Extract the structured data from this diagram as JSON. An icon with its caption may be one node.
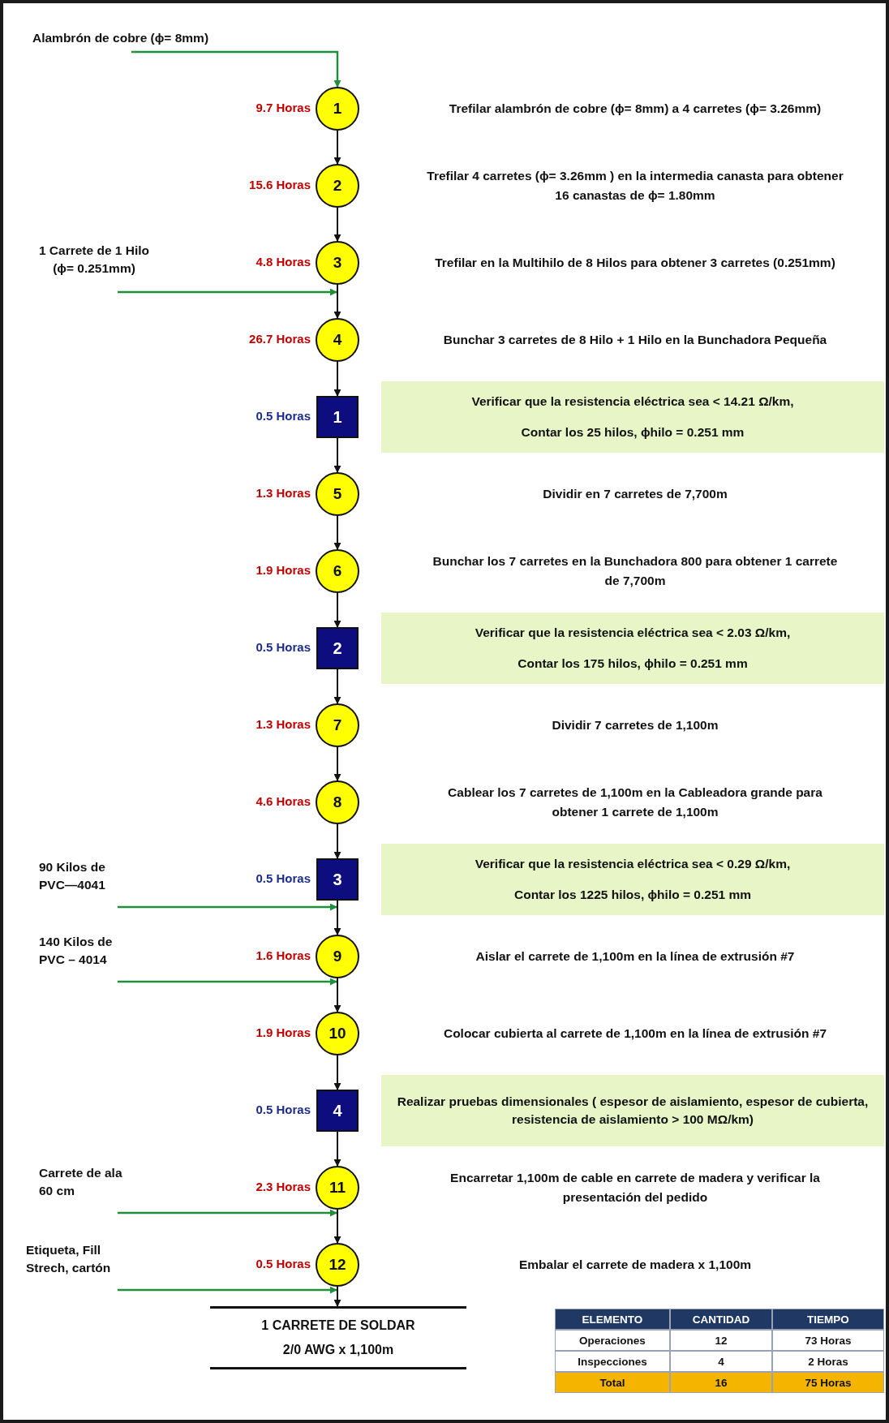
{
  "diagram": {
    "nodes": [
      {
        "text": [
          "Alambrón de cobre (ϕ= 8mm)"
        ]
      },
      {
        "text": [
          "1"
        ],
        "beside": [
          "9.7 Horas"
        ]
      },
      {
        "text": [
          "2"
        ],
        "beside": [
          "15.6 Horas"
        ]
      },
      {
        "text": [
          "1 Carrete de 1 Hilo (ϕ= 0.251mm)"
        ]
      },
      {
        "text": [
          "3"
        ],
        "beside": [
          "4.8 Horas"
        ]
      },
      {
        "text": [
          "4"
        ],
        "beside": [
          "26.7 Horas"
        ]
      },
      {
        "text": [
          "1"
        ],
        "beside": [
          "0.5 Horas"
        ]
      },
      {
        "text": [
          "Verificar que la resistencia eléctrica sea < 14.21 Ω/km,",
          "Contar los 25 hilos, ϕhilo = 0.251 mm"
        ]
      },
      {
        "text": [
          "5"
        ],
        "beside": [
          "1.3 Horas"
        ]
      },
      {
        "text": [
          "6"
        ],
        "beside": [
          "1.9 Horas"
        ]
      },
      {
        "text": [
          "2"
        ],
        "beside": [
          "0.5 Horas"
        ]
      },
      {
        "text": [
          "Verificar que la resistencia eléctrica sea < 2.03 Ω/km,",
          "Contar los 175 hilos, ϕhilo = 0.251 mm"
        ]
      },
      {
        "text": [
          "7"
        ],
        "beside": [
          "1.3 Horas"
        ]
      },
      {
        "text": [
          "8"
        ],
        "beside": [
          "4.6 Horas"
        ]
      },
      {
        "text": [
          "90 Kilos de PVC—4041"
        ]
      },
      {
        "text": [
          "3"
        ],
        "beside": [
          "0.5 Horas"
        ]
      },
      {
        "text": [
          "Verificar que la resistencia eléctrica sea < 0.29 Ω/km,",
          "Contar los 1225 hilos, ϕhilo = 0.251 mm"
        ]
      },
      {
        "text": [
          "140 Kilos de PVC – 4014"
        ]
      },
      {
        "text": [
          "9"
        ],
        "beside": [
          "1.6 Horas"
        ]
      },
      {
        "text": [
          "10"
        ],
        "beside": [
          "1.9 Horas"
        ]
      },
      {
        "text": [
          "4"
        ],
        "beside": [
          "0.5 Horas"
        ]
      },
      {
        "text": [
          "Realizar pruebas dimensionales ( espesor de aislamiento, espesor de cubierta, resistencia de aislamiento > 100 MΩ/km)"
        ]
      },
      {
        "text": [
          "Carrete de ala 60 cm"
        ]
      },
      {
        "text": [
          "11"
        ],
        "beside": [
          "2.3 Horas"
        ]
      },
      {
        "text": [
          "Etiqueta, Fill Strech, cartón"
        ]
      },
      {
        "text": [
          "12"
        ],
        "beside": [
          "0.5 Horas"
        ]
      },
      {
        "text": [
          "1 CARRETE DE SOLDAR",
          "2/0 AWG x 1,100m"
        ]
      }
    ],
    "edges": [
      {
        "from": 0,
        "to": 1,
        "arrow": "to",
        "color": "#1f8f3a"
      },
      {
        "from": 1,
        "to": 2,
        "arrow": "to"
      },
      {
        "from": 2,
        "to": 4,
        "arrow": "to"
      },
      {
        "from": 3,
        "to": 4,
        "arrow": "to",
        "color": "#1f8f3a"
      },
      {
        "from": 4,
        "to": 5,
        "arrow": "to"
      },
      {
        "from": 5,
        "to": 6,
        "arrow": "to"
      },
      {
        "from": 6,
        "to": 8,
        "arrow": "to"
      },
      {
        "from": 8,
        "to": 9,
        "arrow": "to"
      },
      {
        "from": 9,
        "to": 10,
        "arrow": "to"
      },
      {
        "from": 10,
        "to": 12,
        "arrow": "to"
      },
      {
        "from": 12,
        "to": 13,
        "arrow": "to"
      },
      {
        "from": 13,
        "to": 15,
        "arrow": "to"
      },
      {
        "from": 14,
        "to": 15,
        "arrow": "to",
        "color": "#1f8f3a"
      },
      {
        "from": 15,
        "to": 18,
        "arrow": "to"
      },
      {
        "from": 17,
        "to": 18,
        "arrow": "to",
        "color": "#1f8f3a"
      },
      {
        "from": 18,
        "to": 19,
        "arrow": "to"
      },
      {
        "from": 19,
        "to": 20,
        "arrow": "to"
      },
      {
        "from": 20,
        "to": 23,
        "arrow": "to"
      },
      {
        "from": 22,
        "to": 23,
        "arrow": "to",
        "color": "#1f8f3a"
      },
      {
        "from": 23,
        "to": 25,
        "arrow": "to"
      },
      {
        "from": 24,
        "to": 25,
        "arrow": "to",
        "color": "#1f8f3a"
      },
      {
        "from": 25,
        "to": 26,
        "arrow": "to"
      }
    ],
    "labels": [
      "Trefilar alambrón de cobre (ϕ= 8mm) a 4 carretes (ϕ= 3.26mm)",
      "Trefilar 4 carretes (ϕ= 3.26mm ) en la intermedia canasta para obtener 16 canastas de ϕ= 1.80mm",
      "Trefilar en la Multihilo de 8 Hilos para obtener 3 carretes (0.251mm)",
      "Bunchar 3 carretes de 8 Hilo + 1 Hilo en la Bunchadora Pequeña",
      "Dividir en 7 carretes de 7,700m",
      "Bunchar los 7 carretes en la Bunchadora 800 para obtener 1 carrete de 7,700m",
      "Dividir 7 carretes de 1,100m",
      "Cablear los 7 carretes de 1,100m en la Cableadora grande para obtener 1 carrete de 1,100m",
      "Aislar el carrete de 1,100m en la línea de extrusión #7",
      "Colocar cubierta al carrete de 1,100m en la línea de extrusión #7",
      "Encarretar 1,100m de cable en carrete de madera y verificar la presentación del pedido",
      "Embalar el carrete de madera x 1,100m",
      "ELEMENTO",
      "CANTIDAD",
      "TIEMPO",
      "Operaciones",
      "12",
      "73 Horas",
      "Inspecciones",
      "4",
      "2 Horas",
      "Total",
      "16",
      "75 Horas"
    ]
  }
}
